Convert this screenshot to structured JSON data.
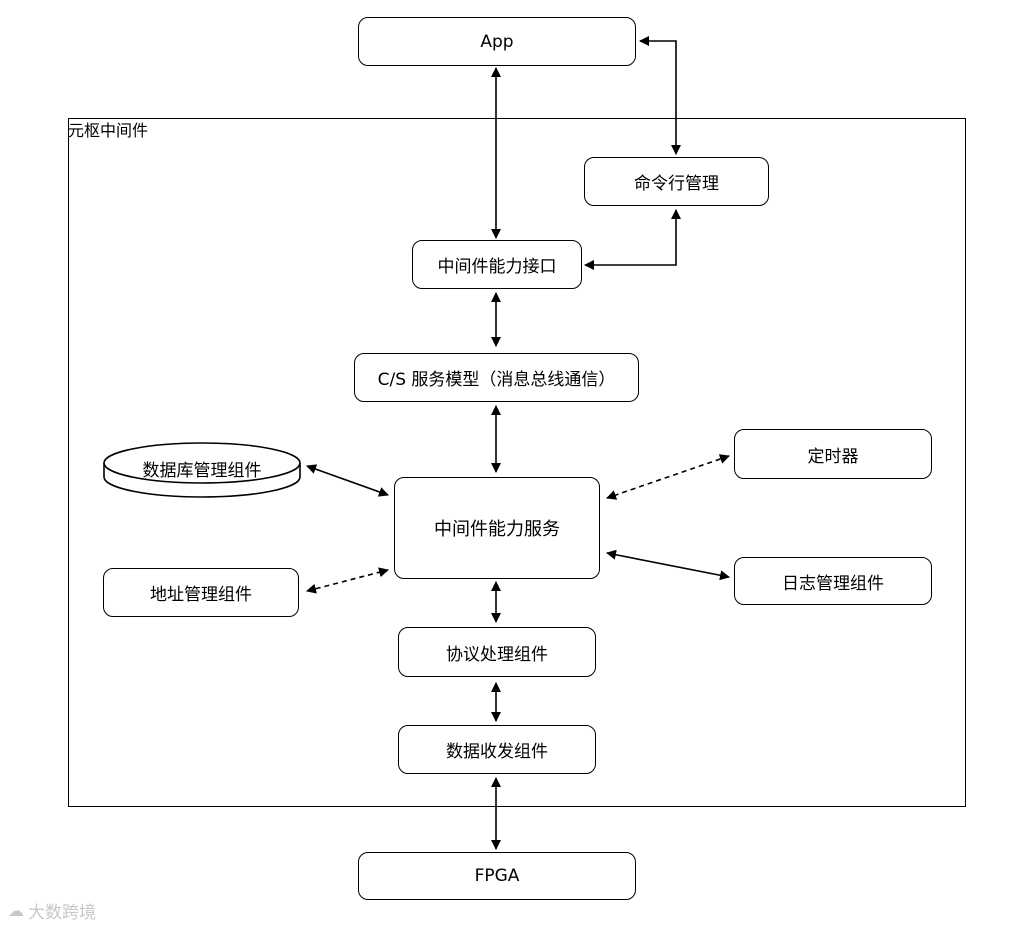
{
  "frame": {
    "title": "元枢中间件"
  },
  "nodes": {
    "app": "App",
    "cmd": "命令行管理",
    "iface": "中间件能力接口",
    "cs": "C/S 服务模型（消息总线通信）",
    "db": "数据库管理组件",
    "svc": "中间件能力服务",
    "timer": "定时器",
    "addr": "地址管理组件",
    "log": "日志管理组件",
    "proto": "协议处理组件",
    "xcv": "数据收发组件",
    "fpga": "FPGA"
  },
  "watermark": {
    "logo_icon": "cloud-logo-icon",
    "text": "大数跨境"
  }
}
